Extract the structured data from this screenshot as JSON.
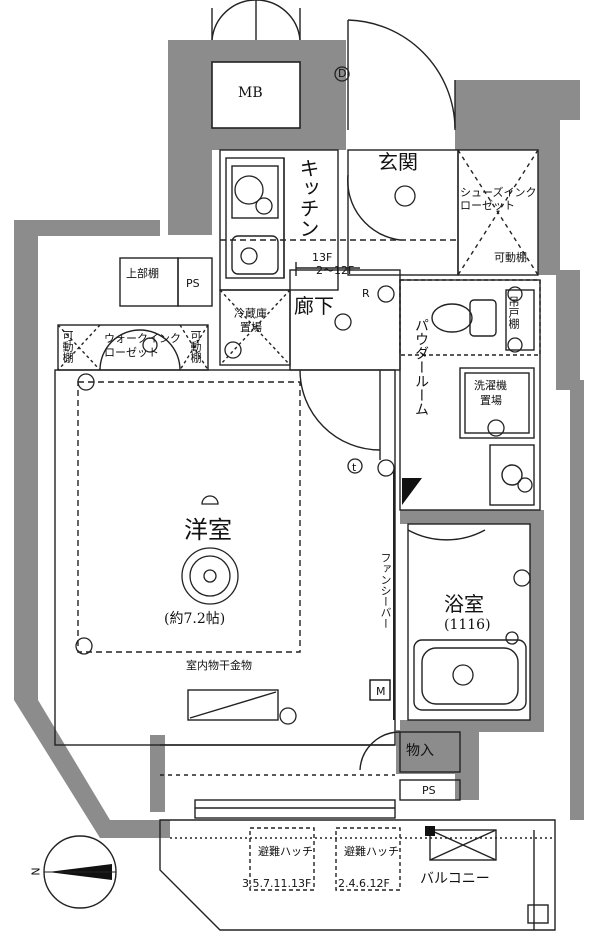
{
  "rooms": {
    "mb": "MB",
    "ps_top": "PS",
    "kitchen": "キッチン",
    "entrance": "玄関",
    "shoe_closet": "シューズインクローゼット",
    "movable_shelf_entrance": "可動棚",
    "upper_shelf": "上部棚",
    "walkin_closet": "ウォークインクローゼット",
    "movable_shelf_left": "可動棚",
    "movable_shelf_right": "可動棚",
    "fridge_space_line1": "冷蔵庫",
    "fridge_space_line2": "置場",
    "corridor": "廊下",
    "floor_13f": "13F",
    "floor_2_12f": "2～12F",
    "powder_room": "パウダールーム",
    "hanging_shelf": "吊戸棚",
    "laundry_line1": "洗濯機",
    "laundry_line2": "置場",
    "western_room": "洋室",
    "western_room_size": "(約7.2帖)",
    "indoor_drying": "室内物干金物",
    "fancy_bar": "ファンシーバー",
    "bathroom": "浴室",
    "bathroom_size": "(1116)",
    "storage": "物入",
    "ps_bottom": "PS",
    "hatch_left_title": "避難ハッチ",
    "hatch_left_floors": "3.5.7.11.13F",
    "hatch_right_title": "避難ハッチ",
    "hatch_right_floors": "2.4.6.12F",
    "balcony": "バルコニー"
  },
  "symbols": {
    "d_mark": "D",
    "r_mark": "R",
    "m_mark": "M",
    "t_mark": "t",
    "compass_north": "N"
  },
  "colors": {
    "wall": "#8c8c8c",
    "line": "#222222",
    "background": "#ffffff"
  }
}
